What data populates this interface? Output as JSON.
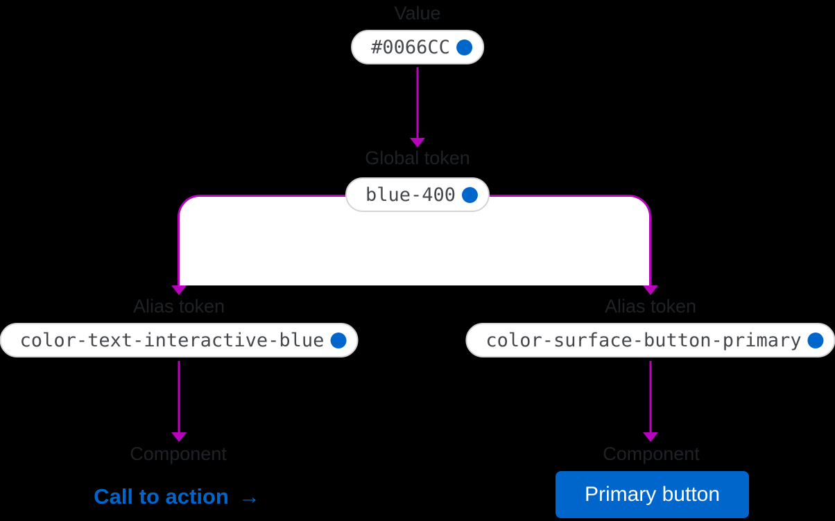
{
  "colors": {
    "background": "#000000",
    "connector": "#B802BE",
    "blue": "#0066CC",
    "label-text": "#1F2328",
    "pill-background": "#FFFFFF",
    "pill-border": "#D3D3D6",
    "pill-text": "#45484D",
    "button-text": "#FFFFFF"
  },
  "diagram": {
    "value": {
      "stage_label": "Value",
      "token": "#0066CC",
      "swatch_color": "#0066CC"
    },
    "global": {
      "stage_label": "Global token",
      "token": "blue-400",
      "swatch_color": "#0066CC"
    },
    "alias_left": {
      "stage_label": "Alias token",
      "token": "color-text-interactive-blue",
      "swatch_color": "#0066CC"
    },
    "alias_right": {
      "stage_label": "Alias token",
      "token": "color-surface-button-primary",
      "swatch_color": "#0066CC"
    },
    "component_left": {
      "stage_label": "Component",
      "cta_label": "Call to action",
      "cta_arrow_icon": "→"
    },
    "component_right": {
      "stage_label": "Component",
      "button_label": "Primary button"
    }
  }
}
